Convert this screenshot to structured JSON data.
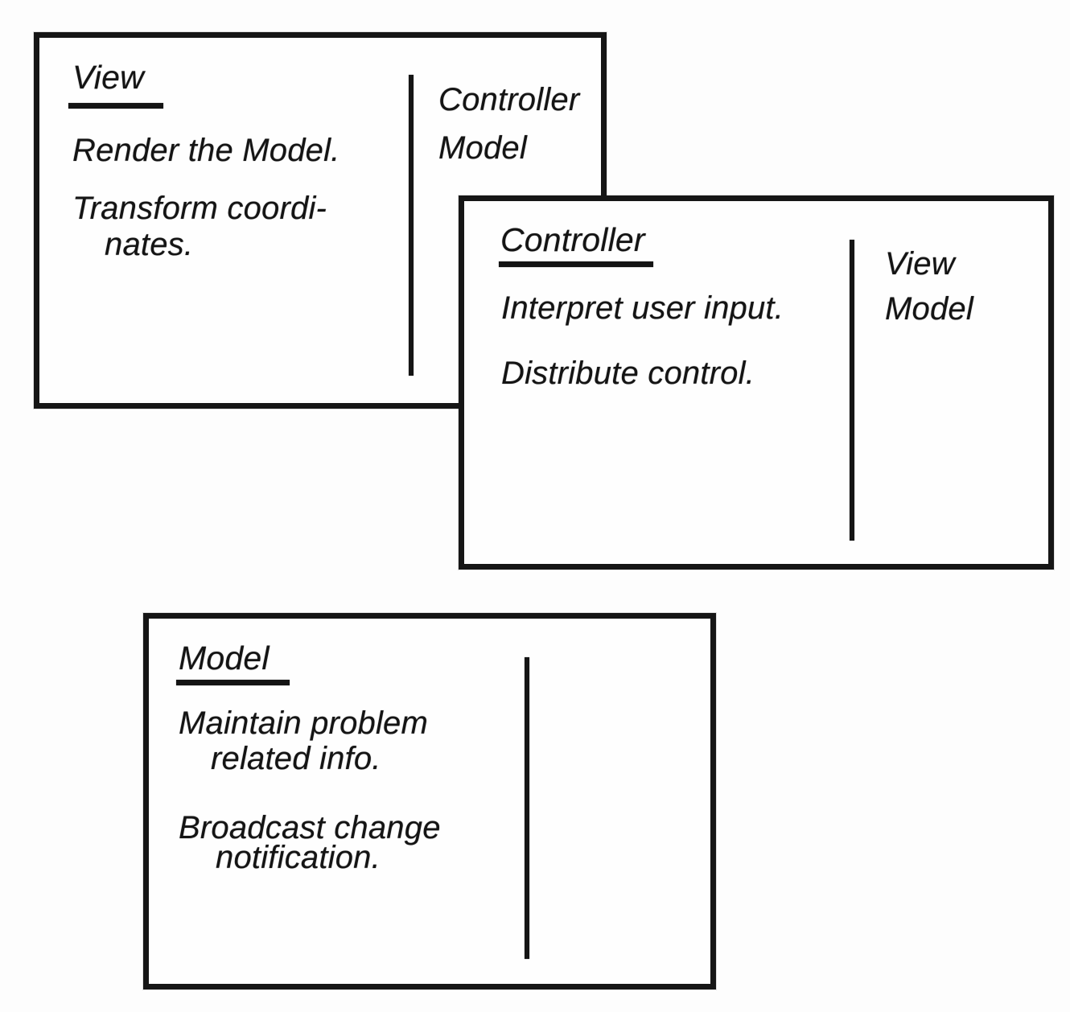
{
  "figure": {
    "kind": "scanned-mvc-diagram",
    "ink_color": "#141414",
    "paper_color": "#fdfdfd"
  },
  "cards": [
    {
      "id": "view",
      "title": "View",
      "body": [
        [
          "Render the Model."
        ],
        [
          "Transform coordi-",
          "nates."
        ]
      ],
      "collaborators": [
        "Controller",
        "Model"
      ]
    },
    {
      "id": "controller",
      "title": "Controller",
      "body": [
        [
          "Interpret user input."
        ],
        [
          "Distribute control."
        ]
      ],
      "collaborators": [
        "View",
        "Model"
      ]
    },
    {
      "id": "model",
      "title": "Model",
      "body": [
        [
          "Maintain problem",
          "related info."
        ],
        [
          "Broadcast change",
          "notification."
        ]
      ],
      "collaborators": []
    }
  ]
}
